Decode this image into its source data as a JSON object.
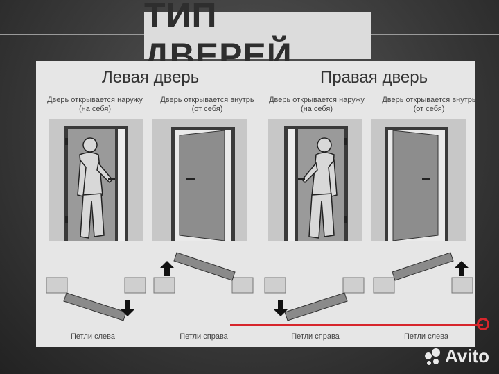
{
  "title": "ТИП ДВЕРЕЙ",
  "left": {
    "heading": "Левая дверь",
    "out_line1": "Дверь открывается наружу",
    "out_line2": "(на себя)",
    "in_line1": "Дверь открывается внутрь",
    "in_line2": "(от себя)",
    "cap_out": "Петли слева",
    "cap_in": "Петли справа"
  },
  "right": {
    "heading": "Правая дверь",
    "out_line1": "Дверь открывается наружу",
    "out_line2": "(на себя)",
    "in_line1": "Дверь открывается внутрь",
    "in_line2": "(от себя)",
    "cap_out": "Петли справа",
    "cap_in": "Петли слева"
  },
  "watermark": "Avito",
  "colors": {
    "panel": "#e6e6e6",
    "accent_red": "#d7262c",
    "door": "#6a6a6a"
  },
  "icons": [
    "person-icon",
    "door-icon",
    "arrow-icon",
    "hinge-icon",
    "avito-logo-icon"
  ]
}
